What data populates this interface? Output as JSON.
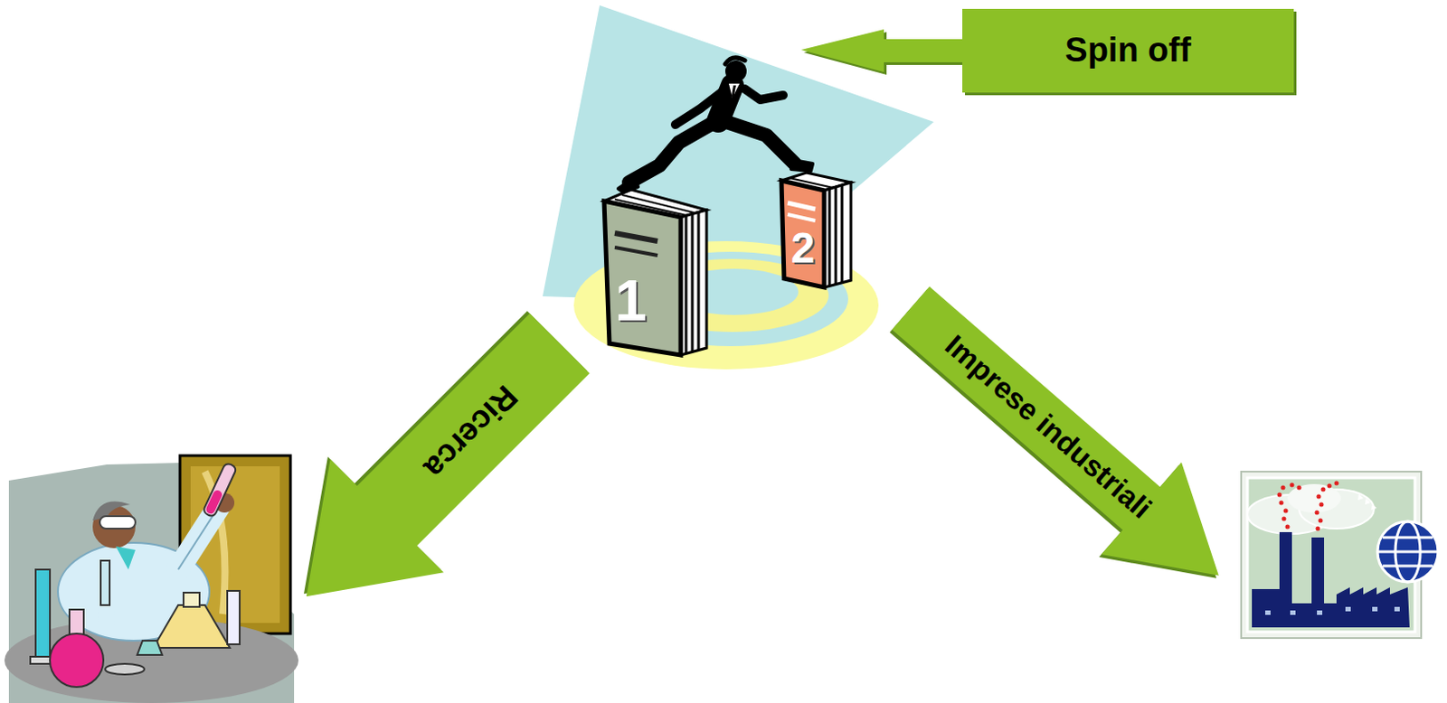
{
  "diagram": {
    "nodes": [
      {
        "text": [
          "Spin off"
        ]
      },
      {
        "text": [
          "Ricerca"
        ]
      },
      {
        "text": [
          "Imprese industriali"
        ]
      }
    ],
    "labels": [
      "1",
      "2"
    ]
  }
}
